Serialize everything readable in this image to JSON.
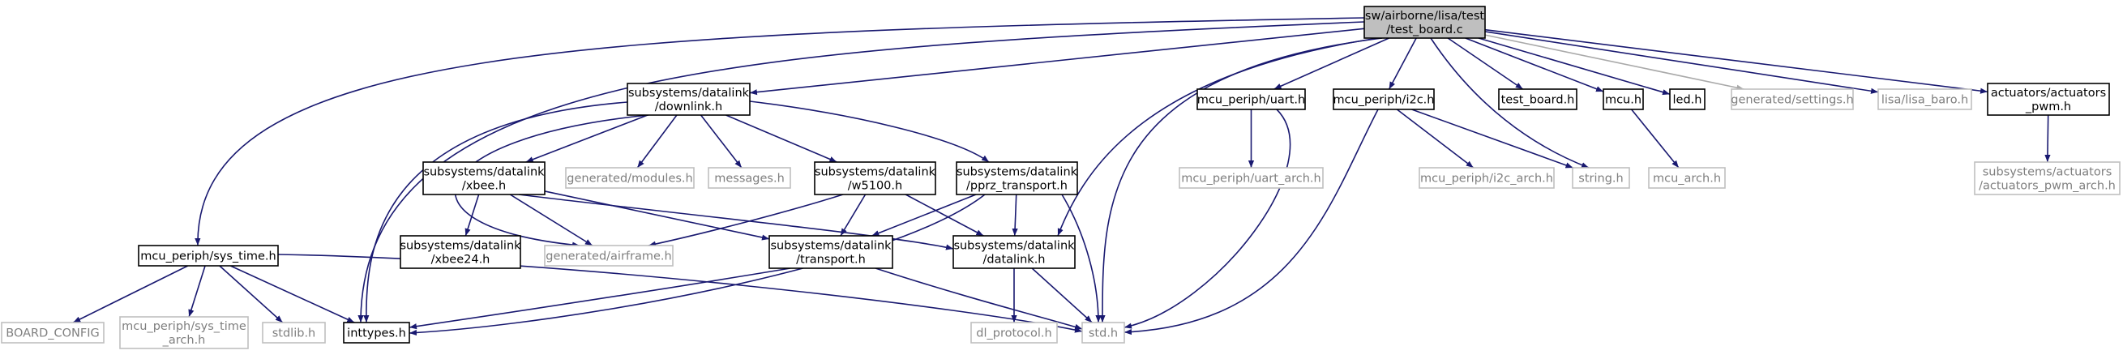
{
  "colors": {
    "edge": "#191970",
    "edge_gray": "#a9a9a9",
    "root_fill": "#bfbfbf",
    "border_dark": "#000000",
    "border_light": "#bfbfbf",
    "text_dark": "#000000",
    "text_light": "#7f7f7f"
  },
  "nodes": [
    {
      "id": "test_board_c",
      "lines": [
        "sw/airborne/lisa/test",
        "/test_board.c"
      ],
      "style": "root"
    },
    {
      "id": "downlink_h",
      "lines": [
        "subsystems/datalink",
        "/downlink.h"
      ],
      "style": "doc"
    },
    {
      "id": "uart_h",
      "lines": [
        "mcu_periph/uart.h"
      ],
      "style": "doc"
    },
    {
      "id": "i2c_h",
      "lines": [
        "mcu_periph/i2c.h"
      ],
      "style": "doc"
    },
    {
      "id": "test_board_h",
      "lines": [
        "test_board.h"
      ],
      "style": "doc"
    },
    {
      "id": "mcu_h",
      "lines": [
        "mcu.h"
      ],
      "style": "doc"
    },
    {
      "id": "led_h",
      "lines": [
        "led.h"
      ],
      "style": "doc"
    },
    {
      "id": "settings_h",
      "lines": [
        "generated/settings.h"
      ],
      "style": "nodoc"
    },
    {
      "id": "lisa_baro_h",
      "lines": [
        "lisa/lisa_baro.h"
      ],
      "style": "nodoc"
    },
    {
      "id": "actuators_pwm_h",
      "lines": [
        "actuators/actuators",
        "_pwm.h"
      ],
      "style": "doc"
    },
    {
      "id": "xbee_h",
      "lines": [
        "subsystems/datalink",
        "/xbee.h"
      ],
      "style": "doc"
    },
    {
      "id": "modules_h",
      "lines": [
        "generated/modules.h"
      ],
      "style": "nodoc"
    },
    {
      "id": "messages_h",
      "lines": [
        "messages.h"
      ],
      "style": "nodoc"
    },
    {
      "id": "w5100_h",
      "lines": [
        "subsystems/datalink",
        "/w5100.h"
      ],
      "style": "doc"
    },
    {
      "id": "pprz_transport_h",
      "lines": [
        "subsystems/datalink",
        "/pprz_transport.h"
      ],
      "style": "doc"
    },
    {
      "id": "uart_arch_h",
      "lines": [
        "mcu_periph/uart_arch.h"
      ],
      "style": "nodoc"
    },
    {
      "id": "i2c_arch_h",
      "lines": [
        "mcu_periph/i2c_arch.h"
      ],
      "style": "nodoc"
    },
    {
      "id": "string_h",
      "lines": [
        "string.h"
      ],
      "style": "nodoc"
    },
    {
      "id": "mcu_arch_h",
      "lines": [
        "mcu_arch.h"
      ],
      "style": "nodoc"
    },
    {
      "id": "actuators_pwm_arch_h",
      "lines": [
        "subsystems/actuators",
        "/actuators_pwm_arch.h"
      ],
      "style": "nodoc"
    },
    {
      "id": "sys_time_h",
      "lines": [
        "mcu_periph/sys_time.h"
      ],
      "style": "doc"
    },
    {
      "id": "xbee24_h",
      "lines": [
        "subsystems/datalink",
        "/xbee24.h"
      ],
      "style": "doc"
    },
    {
      "id": "airframe_h",
      "lines": [
        "generated/airframe.h"
      ],
      "style": "nodoc"
    },
    {
      "id": "transport_h",
      "lines": [
        "subsystems/datalink",
        "/transport.h"
      ],
      "style": "doc"
    },
    {
      "id": "datalink_h",
      "lines": [
        "subsystems/datalink",
        "/datalink.h"
      ],
      "style": "doc"
    },
    {
      "id": "board_config",
      "lines": [
        "BOARD_CONFIG"
      ],
      "style": "nodoc"
    },
    {
      "id": "sys_time_arch_h",
      "lines": [
        "mcu_periph/sys_time",
        "_arch.h"
      ],
      "style": "nodoc"
    },
    {
      "id": "stdlib_h",
      "lines": [
        "stdlib.h"
      ],
      "style": "nodoc"
    },
    {
      "id": "inttypes_h",
      "lines": [
        "inttypes.h"
      ],
      "style": "doc"
    },
    {
      "id": "dl_protocol_h",
      "lines": [
        "dl_protocol.h"
      ],
      "style": "nodoc"
    },
    {
      "id": "std_h",
      "lines": [
        "std.h"
      ],
      "style": "nodoc"
    }
  ],
  "edges": [
    {
      "from": "test_board_c",
      "to": "sys_time_h",
      "color": "dark"
    },
    {
      "from": "test_board_c",
      "to": "inttypes_h",
      "color": "dark"
    },
    {
      "from": "test_board_c",
      "to": "downlink_h",
      "color": "dark"
    },
    {
      "from": "test_board_c",
      "to": "datalink_h",
      "color": "dark"
    },
    {
      "from": "test_board_c",
      "to": "std_h",
      "color": "dark"
    },
    {
      "from": "test_board_c",
      "to": "uart_h",
      "color": "dark"
    },
    {
      "from": "test_board_c",
      "to": "i2c_h",
      "color": "dark"
    },
    {
      "from": "test_board_c",
      "to": "string_h",
      "color": "dark"
    },
    {
      "from": "test_board_c",
      "to": "test_board_h",
      "color": "dark"
    },
    {
      "from": "test_board_c",
      "to": "mcu_h",
      "color": "dark"
    },
    {
      "from": "test_board_c",
      "to": "led_h",
      "color": "dark"
    },
    {
      "from": "test_board_c",
      "to": "settings_h",
      "color": "gray"
    },
    {
      "from": "test_board_c",
      "to": "lisa_baro_h",
      "color": "dark"
    },
    {
      "from": "test_board_c",
      "to": "actuators_pwm_h",
      "color": "dark"
    },
    {
      "from": "sys_time_h",
      "to": "board_config",
      "color": "dark"
    },
    {
      "from": "sys_time_h",
      "to": "sys_time_arch_h",
      "color": "dark"
    },
    {
      "from": "sys_time_h",
      "to": "stdlib_h",
      "color": "dark"
    },
    {
      "from": "sys_time_h",
      "to": "inttypes_h",
      "color": "dark"
    },
    {
      "from": "sys_time_h",
      "to": "std_h",
      "color": "dark"
    },
    {
      "from": "downlink_h",
      "to": "inttypes_h",
      "color": "dark"
    },
    {
      "from": "downlink_h",
      "to": "airframe_h",
      "color": "dark"
    },
    {
      "from": "downlink_h",
      "to": "xbee_h",
      "color": "dark"
    },
    {
      "from": "downlink_h",
      "to": "modules_h",
      "color": "dark"
    },
    {
      "from": "downlink_h",
      "to": "messages_h",
      "color": "dark"
    },
    {
      "from": "downlink_h",
      "to": "w5100_h",
      "color": "dark"
    },
    {
      "from": "downlink_h",
      "to": "pprz_transport_h",
      "color": "dark"
    },
    {
      "from": "xbee_h",
      "to": "xbee24_h",
      "color": "dark"
    },
    {
      "from": "xbee_h",
      "to": "airframe_h",
      "color": "dark"
    },
    {
      "from": "xbee_h",
      "to": "transport_h",
      "color": "dark"
    },
    {
      "from": "xbee_h",
      "to": "datalink_h",
      "color": "dark"
    },
    {
      "from": "w5100_h",
      "to": "airframe_h",
      "color": "dark"
    },
    {
      "from": "w5100_h",
      "to": "transport_h",
      "color": "dark"
    },
    {
      "from": "w5100_h",
      "to": "datalink_h",
      "color": "dark"
    },
    {
      "from": "pprz_transport_h",
      "to": "inttypes_h",
      "color": "dark"
    },
    {
      "from": "pprz_transport_h",
      "to": "transport_h",
      "color": "dark"
    },
    {
      "from": "pprz_transport_h",
      "to": "datalink_h",
      "color": "dark"
    },
    {
      "from": "pprz_transport_h",
      "to": "std_h",
      "color": "dark"
    },
    {
      "from": "transport_h",
      "to": "inttypes_h",
      "color": "dark"
    },
    {
      "from": "transport_h",
      "to": "std_h",
      "color": "dark"
    },
    {
      "from": "datalink_h",
      "to": "dl_protocol_h",
      "color": "dark"
    },
    {
      "from": "datalink_h",
      "to": "std_h",
      "color": "dark"
    },
    {
      "from": "uart_h",
      "to": "uart_arch_h",
      "color": "dark"
    },
    {
      "from": "uart_h",
      "to": "std_h",
      "color": "dark"
    },
    {
      "from": "i2c_h",
      "to": "i2c_arch_h",
      "color": "dark"
    },
    {
      "from": "i2c_h",
      "to": "string_h",
      "color": "dark"
    },
    {
      "from": "i2c_h",
      "to": "std_h",
      "color": "dark"
    },
    {
      "from": "mcu_h",
      "to": "mcu_arch_h",
      "color": "dark"
    },
    {
      "from": "actuators_pwm_h",
      "to": "actuators_pwm_arch_h",
      "color": "dark"
    }
  ]
}
